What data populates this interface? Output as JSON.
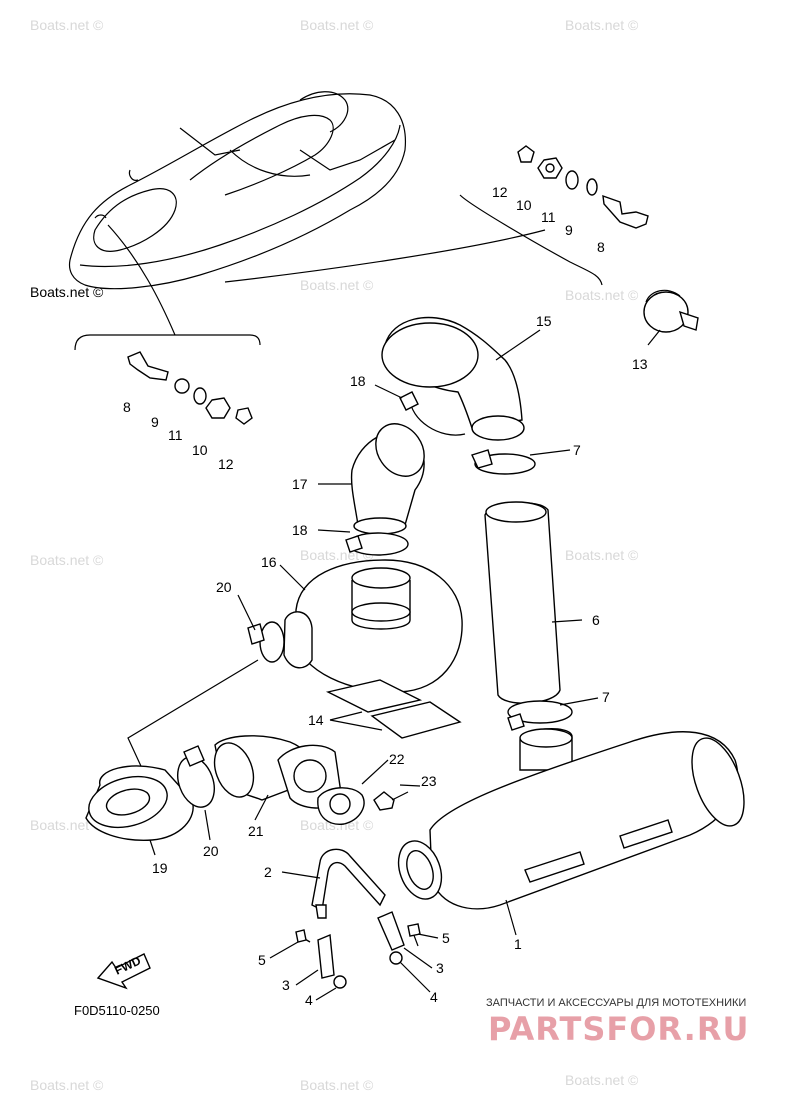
{
  "diagram": {
    "code": "F0D5110-0250",
    "fwd_label": "FWD",
    "brand_caption": "ЗАПЧАСТИ И АКСЕССУАРЫ ДЛЯ МОТОТЕХНИКИ",
    "brand_logo": "PARTSFOR.RU",
    "watermark_text": "Boats.net ©",
    "callouts": [
      {
        "id": "c12a",
        "text": "12"
      },
      {
        "id": "c10a",
        "text": "10"
      },
      {
        "id": "c11a",
        "text": "11"
      },
      {
        "id": "c9a",
        "text": "9"
      },
      {
        "id": "c8a",
        "text": "8"
      },
      {
        "id": "c15",
        "text": "15"
      },
      {
        "id": "c13",
        "text": "13"
      },
      {
        "id": "c18a",
        "text": "18"
      },
      {
        "id": "c8b",
        "text": "8"
      },
      {
        "id": "c9b",
        "text": "9"
      },
      {
        "id": "c11b",
        "text": "11"
      },
      {
        "id": "c10b",
        "text": "10"
      },
      {
        "id": "c12b",
        "text": "12"
      },
      {
        "id": "c7a",
        "text": "7"
      },
      {
        "id": "c17",
        "text": "17"
      },
      {
        "id": "c18b",
        "text": "18"
      },
      {
        "id": "c16",
        "text": "16"
      },
      {
        "id": "c20a",
        "text": "20"
      },
      {
        "id": "c6",
        "text": "6"
      },
      {
        "id": "c7b",
        "text": "7"
      },
      {
        "id": "c14",
        "text": "14"
      },
      {
        "id": "c22",
        "text": "22"
      },
      {
        "id": "c23",
        "text": "23"
      },
      {
        "id": "c21",
        "text": "21"
      },
      {
        "id": "c20b",
        "text": "20"
      },
      {
        "id": "c19",
        "text": "19"
      },
      {
        "id": "c2",
        "text": "2"
      },
      {
        "id": "c1",
        "text": "1"
      },
      {
        "id": "c5a",
        "text": "5"
      },
      {
        "id": "c3a",
        "text": "3"
      },
      {
        "id": "c4a",
        "text": "4"
      },
      {
        "id": "c5b",
        "text": "5"
      },
      {
        "id": "c3b",
        "text": "3"
      },
      {
        "id": "c4b",
        "text": "4"
      }
    ]
  }
}
